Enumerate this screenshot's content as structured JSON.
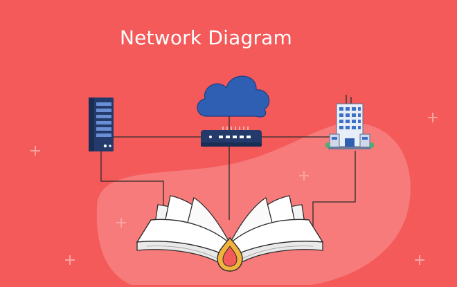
{
  "diagram": {
    "title": "Network Diagram",
    "colors": {
      "background": "#f45a5a",
      "blob": "#f77b7b",
      "cloud": "#2f5fb3",
      "device_dark": "#233a6b",
      "line": "#2b2b2b",
      "book_pages": "#ffffff",
      "bookmark": "#f2b33d"
    },
    "nodes": [
      {
        "id": "server",
        "icon": "server-rack-icon"
      },
      {
        "id": "cloud",
        "icon": "cloud-icon"
      },
      {
        "id": "router",
        "icon": "network-switch-icon"
      },
      {
        "id": "building",
        "icon": "office-building-icon"
      },
      {
        "id": "book",
        "icon": "open-book-icon"
      }
    ],
    "edges": [
      {
        "from": "server",
        "to": "router"
      },
      {
        "from": "router",
        "to": "building"
      },
      {
        "from": "router",
        "to": "cloud"
      },
      {
        "from": "router",
        "to": "book"
      },
      {
        "from": "server",
        "to": "book"
      },
      {
        "from": "building",
        "to": "book"
      }
    ]
  }
}
